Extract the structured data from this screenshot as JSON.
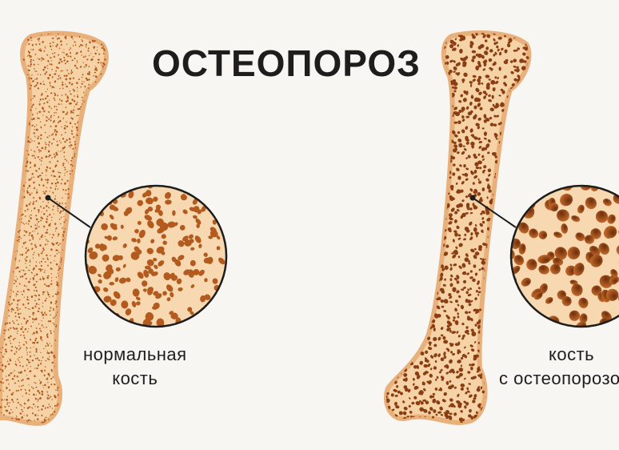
{
  "title": "ОСТЕОПОРОЗ",
  "normal": {
    "line1": "нормальная",
    "line2": "кость"
  },
  "osteoporosis": {
    "line1": "кость",
    "line2": "с остеопорозом"
  },
  "colors": {
    "background": "#f7f6f3",
    "bone": "#f6d3a6",
    "bone_outline": "#e8b07a",
    "pore": "#b35a1e",
    "pore_dark": "#7a3510",
    "outline": "#1d1d1b"
  }
}
